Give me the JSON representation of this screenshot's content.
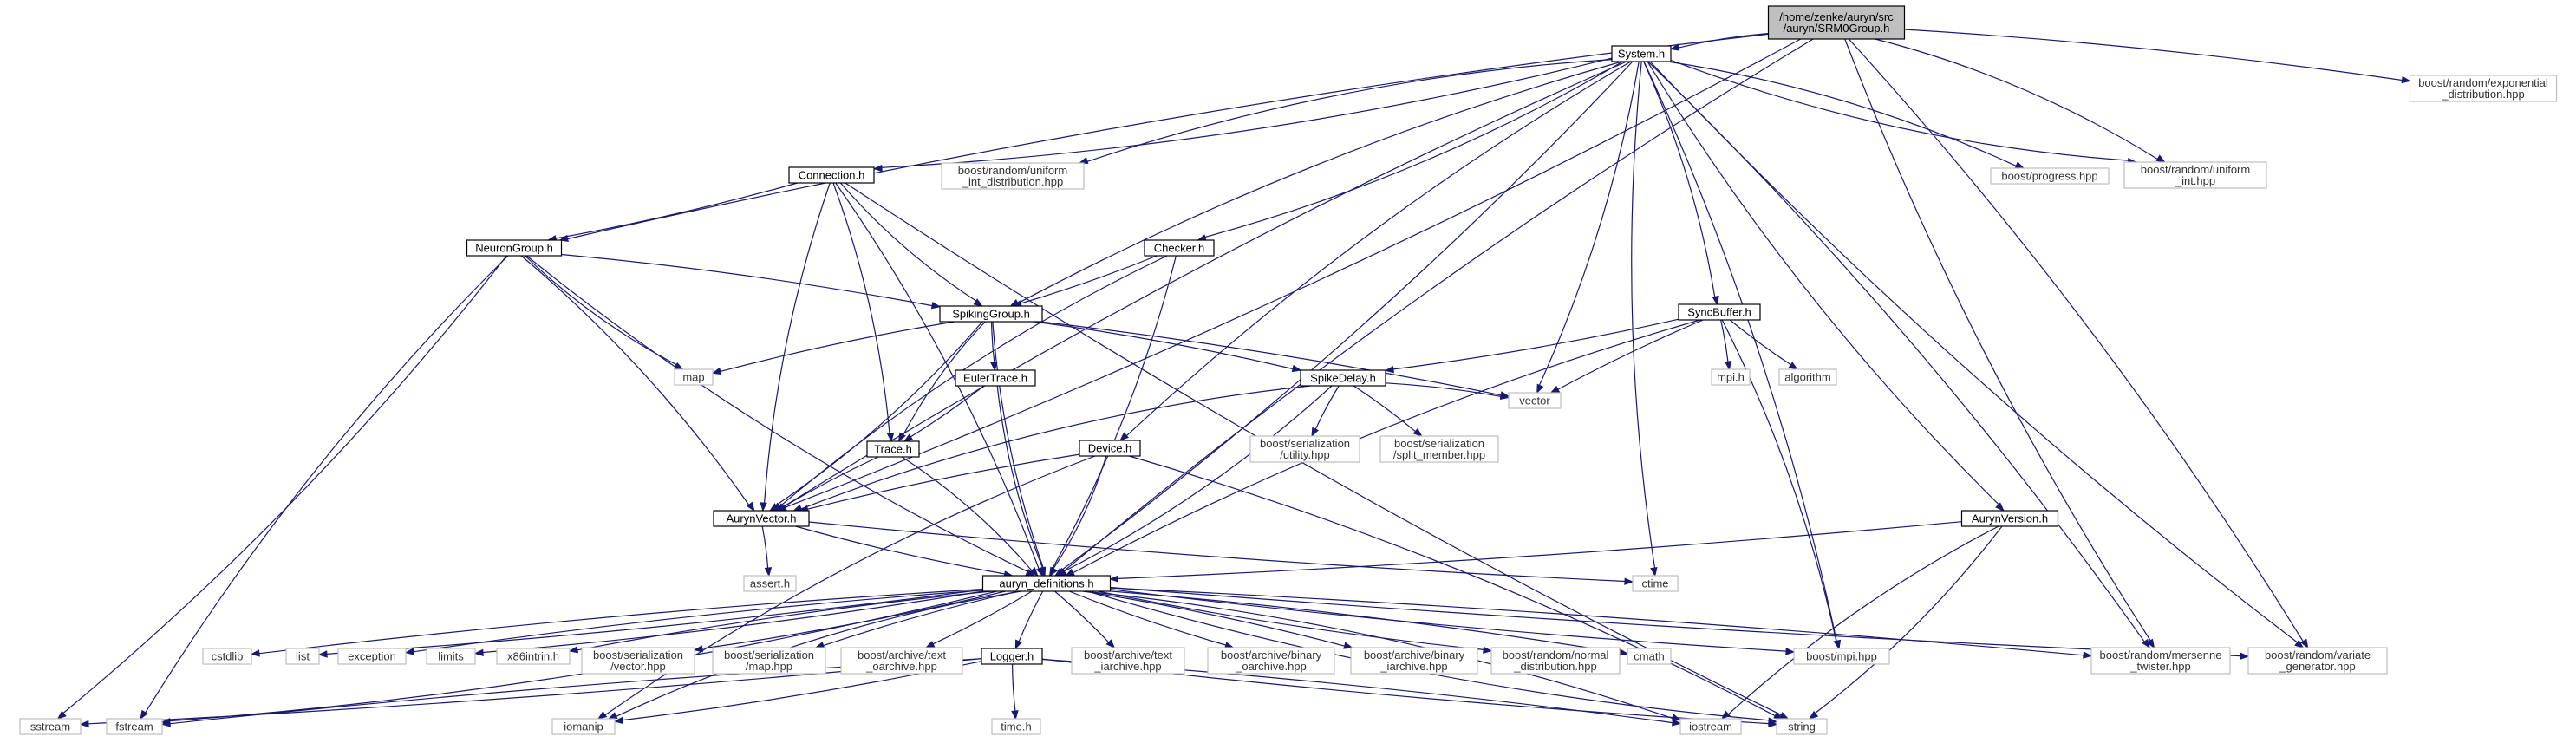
{
  "title": "/home/zenke/auryn/src/auryn/SRM0Group.h",
  "colors": {
    "edge": "#191970",
    "root_fill": "#bfbfbf",
    "local_border": "#000000",
    "system_border": "#bfbfbf"
  },
  "nodes": [
    {
      "id": "root",
      "kind": "root",
      "lines": [
        "/home/zenke/auryn/src",
        "/auryn/SRM0Group.h"
      ]
    },
    {
      "id": "expdist",
      "kind": "system",
      "lines": [
        "boost/random/exponential",
        "_distribution.hpp"
      ]
    },
    {
      "id": "system",
      "kind": "local",
      "lines": [
        "System.h"
      ]
    },
    {
      "id": "connection",
      "kind": "local",
      "lines": [
        "Connection.h"
      ]
    },
    {
      "id": "uniintdist",
      "kind": "system",
      "lines": [
        "boost/random/uniform",
        "_int_distribution.hpp"
      ]
    },
    {
      "id": "progress",
      "kind": "system",
      "lines": [
        "boost/progress.hpp"
      ]
    },
    {
      "id": "uniint",
      "kind": "system",
      "lines": [
        "boost/random/uniform",
        "_int.hpp"
      ]
    },
    {
      "id": "neurongroup",
      "kind": "local",
      "lines": [
        "NeuronGroup.h"
      ]
    },
    {
      "id": "checker",
      "kind": "local",
      "lines": [
        "Checker.h"
      ]
    },
    {
      "id": "syncbuffer",
      "kind": "local",
      "lines": [
        "SyncBuffer.h"
      ]
    },
    {
      "id": "spikinggroup",
      "kind": "local",
      "lines": [
        "SpikingGroup.h"
      ]
    },
    {
      "id": "map",
      "kind": "system",
      "lines": [
        "map"
      ]
    },
    {
      "id": "eulertrace",
      "kind": "local",
      "lines": [
        "EulerTrace.h"
      ]
    },
    {
      "id": "spikedelay",
      "kind": "local",
      "lines": [
        "SpikeDelay.h"
      ]
    },
    {
      "id": "mpih",
      "kind": "system",
      "lines": [
        "mpi.h"
      ]
    },
    {
      "id": "algorithm",
      "kind": "system",
      "lines": [
        "algorithm"
      ]
    },
    {
      "id": "vector",
      "kind": "system",
      "lines": [
        "vector"
      ]
    },
    {
      "id": "trace",
      "kind": "local",
      "lines": [
        "Trace.h"
      ]
    },
    {
      "id": "device",
      "kind": "local",
      "lines": [
        "Device.h"
      ]
    },
    {
      "id": "serutility",
      "kind": "system",
      "lines": [
        "boost/serialization",
        "/utility.hpp"
      ]
    },
    {
      "id": "splitmember",
      "kind": "system",
      "lines": [
        "boost/serialization",
        "/split_member.hpp"
      ]
    },
    {
      "id": "aurynvector",
      "kind": "local",
      "lines": [
        "AurynVector.h"
      ]
    },
    {
      "id": "aurynversion",
      "kind": "local",
      "lines": [
        "AurynVersion.h"
      ]
    },
    {
      "id": "asserth",
      "kind": "system",
      "lines": [
        "assert.h"
      ]
    },
    {
      "id": "ctime",
      "kind": "system",
      "lines": [
        "ctime"
      ]
    },
    {
      "id": "defs",
      "kind": "local",
      "lines": [
        "auryn_definitions.h"
      ]
    },
    {
      "id": "cstdlib",
      "kind": "system",
      "lines": [
        "cstdlib"
      ]
    },
    {
      "id": "list",
      "kind": "system",
      "lines": [
        "list"
      ]
    },
    {
      "id": "exception",
      "kind": "system",
      "lines": [
        "exception"
      ]
    },
    {
      "id": "limits",
      "kind": "system",
      "lines": [
        "limits"
      ]
    },
    {
      "id": "x86",
      "kind": "system",
      "lines": [
        "x86intrin.h"
      ]
    },
    {
      "id": "servector",
      "kind": "system",
      "lines": [
        "boost/serialization",
        "/vector.hpp"
      ]
    },
    {
      "id": "sermap",
      "kind": "system",
      "lines": [
        "boost/serialization",
        "/map.hpp"
      ]
    },
    {
      "id": "textoarchive",
      "kind": "system",
      "lines": [
        "boost/archive/text",
        "_oarchive.hpp"
      ]
    },
    {
      "id": "logger",
      "kind": "local",
      "lines": [
        "Logger.h"
      ]
    },
    {
      "id": "textiarchive",
      "kind": "system",
      "lines": [
        "boost/archive/text",
        "_iarchive.hpp"
      ]
    },
    {
      "id": "binoarchive",
      "kind": "system",
      "lines": [
        "boost/archive/binary",
        "_oarchive.hpp"
      ]
    },
    {
      "id": "biniarchive",
      "kind": "system",
      "lines": [
        "boost/archive/binary",
        "_iarchive.hpp"
      ]
    },
    {
      "id": "normaldist",
      "kind": "system",
      "lines": [
        "boost/random/normal",
        "_distribution.hpp"
      ]
    },
    {
      "id": "cmath",
      "kind": "system",
      "lines": [
        "cmath"
      ]
    },
    {
      "id": "mpihpp",
      "kind": "system",
      "lines": [
        "boost/mpi.hpp"
      ]
    },
    {
      "id": "mersenne",
      "kind": "system",
      "lines": [
        "boost/random/mersenne",
        "_twister.hpp"
      ]
    },
    {
      "id": "variate",
      "kind": "system",
      "lines": [
        "boost/random/variate",
        "_generator.hpp"
      ]
    },
    {
      "id": "sstream",
      "kind": "system",
      "lines": [
        "sstream"
      ]
    },
    {
      "id": "fstream",
      "kind": "system",
      "lines": [
        "fstream"
      ]
    },
    {
      "id": "iomanip",
      "kind": "system",
      "lines": [
        "iomanip"
      ]
    },
    {
      "id": "timeh",
      "kind": "system",
      "lines": [
        "time.h"
      ]
    },
    {
      "id": "iostream",
      "kind": "system",
      "lines": [
        "iostream"
      ]
    },
    {
      "id": "string",
      "kind": "system",
      "lines": [
        "string"
      ]
    }
  ],
  "edges": [
    [
      "root",
      "expdist"
    ],
    [
      "root",
      "system"
    ],
    [
      "root",
      "uniint"
    ],
    [
      "root",
      "mersenne"
    ],
    [
      "root",
      "variate"
    ],
    [
      "root",
      "neurongroup"
    ],
    [
      "root",
      "aurynvector"
    ],
    [
      "root",
      "defs"
    ],
    [
      "system",
      "connection"
    ],
    [
      "system",
      "uniintdist"
    ],
    [
      "system",
      "progress"
    ],
    [
      "system",
      "uniint"
    ],
    [
      "system",
      "checker"
    ],
    [
      "system",
      "spikinggroup"
    ],
    [
      "system",
      "syncbuffer"
    ],
    [
      "system",
      "device"
    ],
    [
      "system",
      "vector"
    ],
    [
      "system",
      "aurynvector"
    ],
    [
      "system",
      "defs"
    ],
    [
      "system",
      "ctime"
    ],
    [
      "system",
      "mpihpp"
    ],
    [
      "system",
      "aurynversion"
    ],
    [
      "system",
      "mersenne"
    ],
    [
      "system",
      "variate"
    ],
    [
      "connection",
      "neurongroup"
    ],
    [
      "connection",
      "spikinggroup"
    ],
    [
      "connection",
      "trace"
    ],
    [
      "connection",
      "aurynvector"
    ],
    [
      "connection",
      "defs"
    ],
    [
      "connection",
      "string"
    ],
    [
      "neurongroup",
      "spikinggroup"
    ],
    [
      "neurongroup",
      "map"
    ],
    [
      "neurongroup",
      "aurynvector"
    ],
    [
      "neurongroup",
      "defs"
    ],
    [
      "neurongroup",
      "sstream"
    ],
    [
      "neurongroup",
      "fstream"
    ],
    [
      "checker",
      "spikinggroup"
    ],
    [
      "checker",
      "aurynvector"
    ],
    [
      "checker",
      "defs"
    ],
    [
      "spikinggroup",
      "map"
    ],
    [
      "spikinggroup",
      "vector"
    ],
    [
      "spikinggroup",
      "eulertrace"
    ],
    [
      "spikinggroup",
      "spikedelay"
    ],
    [
      "spikinggroup",
      "trace"
    ],
    [
      "spikinggroup",
      "aurynvector"
    ],
    [
      "spikinggroup",
      "defs"
    ],
    [
      "syncbuffer",
      "spikedelay"
    ],
    [
      "syncbuffer",
      "vector"
    ],
    [
      "syncbuffer",
      "mpih"
    ],
    [
      "syncbuffer",
      "algorithm"
    ],
    [
      "syncbuffer",
      "mpihpp"
    ],
    [
      "syncbuffer",
      "defs"
    ],
    [
      "eulertrace",
      "trace"
    ],
    [
      "eulertrace",
      "defs"
    ],
    [
      "spikedelay",
      "vector"
    ],
    [
      "spikedelay",
      "serutility"
    ],
    [
      "spikedelay",
      "splitmember"
    ],
    [
      "spikedelay",
      "aurynvector"
    ],
    [
      "spikedelay",
      "defs"
    ],
    [
      "trace",
      "aurynvector"
    ],
    [
      "trace",
      "defs"
    ],
    [
      "device",
      "aurynvector"
    ],
    [
      "device",
      "defs"
    ],
    [
      "device",
      "iomanip"
    ],
    [
      "device",
      "string"
    ],
    [
      "aurynvector",
      "defs"
    ],
    [
      "aurynvector",
      "asserth"
    ],
    [
      "aurynvector",
      "ctime"
    ],
    [
      "aurynversion",
      "defs"
    ],
    [
      "aurynversion",
      "iostream"
    ],
    [
      "aurynversion",
      "string"
    ],
    [
      "defs",
      "cstdlib"
    ],
    [
      "defs",
      "list"
    ],
    [
      "defs",
      "exception"
    ],
    [
      "defs",
      "limits"
    ],
    [
      "defs",
      "x86"
    ],
    [
      "defs",
      "servector"
    ],
    [
      "defs",
      "sermap"
    ],
    [
      "defs",
      "textoarchive"
    ],
    [
      "defs",
      "logger"
    ],
    [
      "defs",
      "textiarchive"
    ],
    [
      "defs",
      "binoarchive"
    ],
    [
      "defs",
      "biniarchive"
    ],
    [
      "defs",
      "normaldist"
    ],
    [
      "defs",
      "cmath"
    ],
    [
      "defs",
      "mpihpp"
    ],
    [
      "defs",
      "mersenne"
    ],
    [
      "defs",
      "variate"
    ],
    [
      "defs",
      "fstream"
    ],
    [
      "defs",
      "iomanip"
    ],
    [
      "defs",
      "iostream"
    ],
    [
      "defs",
      "string"
    ],
    [
      "logger",
      "sstream"
    ],
    [
      "logger",
      "fstream"
    ],
    [
      "logger",
      "iomanip"
    ],
    [
      "logger",
      "timeh"
    ],
    [
      "logger",
      "iostream"
    ],
    [
      "logger",
      "string"
    ]
  ]
}
